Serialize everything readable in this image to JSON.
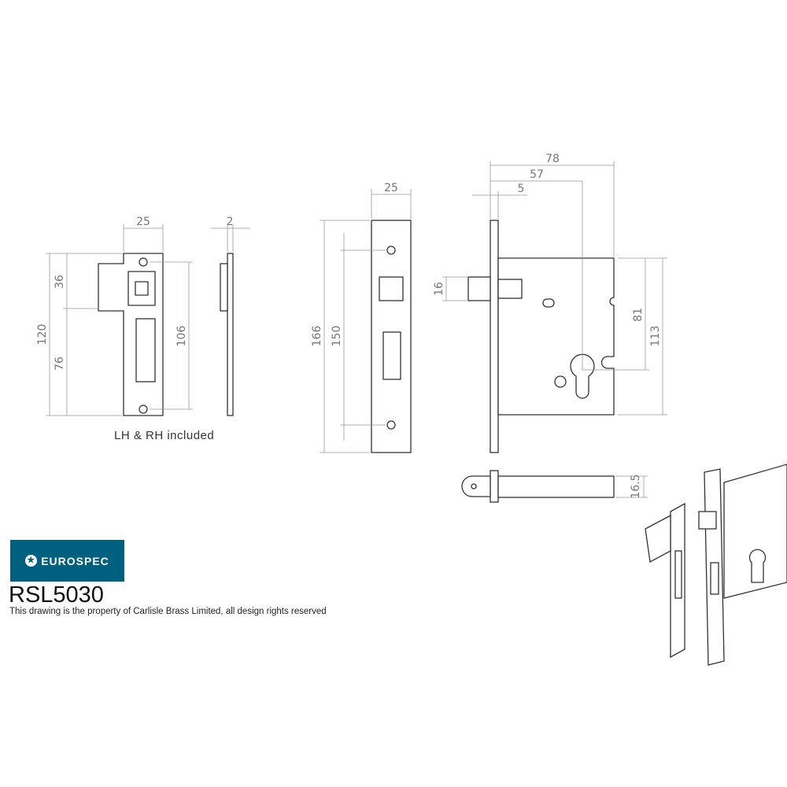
{
  "brand": {
    "name": "EUROSPEC",
    "color": "#00607f"
  },
  "product_code": "RSL5030",
  "copyright": "This drawing is the property of Carlisle Brass Limited, all design rights reserved",
  "strike_note": "LH & RH included",
  "dimensions": {
    "strike_width": "25",
    "strike_thickness": "2",
    "strike_height": "120",
    "strike_top": "36",
    "strike_bottom": "76",
    "strike_screw_centres": "106",
    "forend_width": "25",
    "forend_height": "166",
    "forend_screw_centres": "150",
    "case_depth": "78",
    "backset": "57",
    "forend_thickness": "5",
    "bolt_height": "16",
    "centre_to_top": "81",
    "case_height": "113",
    "bolt_thickness": "16.5"
  }
}
